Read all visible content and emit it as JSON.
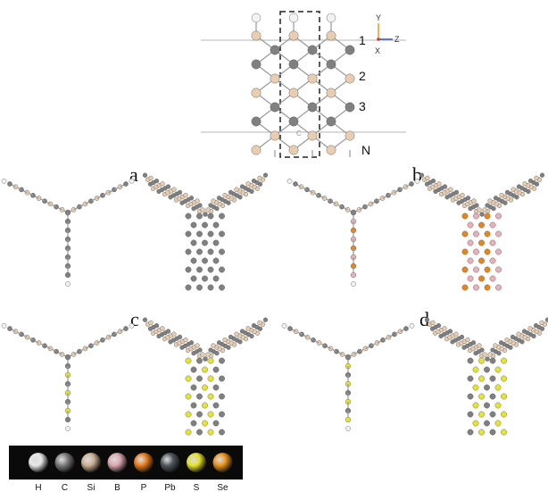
{
  "unit_cell": {
    "row_labels": [
      "1",
      "2",
      "3",
      "N"
    ],
    "axis_labels": {
      "y": "Y",
      "z": "Z",
      "x": "X"
    },
    "c_mark": "C"
  },
  "panels": [
    {
      "label": "a",
      "atom_colors": {
        "stem": [
          "C",
          "C"
        ]
      }
    },
    {
      "label": "b",
      "atom_colors": {
        "stem": [
          "P",
          "B"
        ]
      }
    },
    {
      "label": "c",
      "atom_colors": {
        "stem": [
          "S",
          "C"
        ]
      }
    },
    {
      "label": "d",
      "atom_colors": {
        "stem": [
          "C",
          "S"
        ]
      }
    }
  ],
  "legend": [
    {
      "symbol": "H",
      "color": "#e6e6e6"
    },
    {
      "symbol": "C",
      "color": "#7a7a7a"
    },
    {
      "symbol": "Si",
      "color": "#c9ad92"
    },
    {
      "symbol": "B",
      "color": "#d9a3ad"
    },
    {
      "symbol": "P",
      "color": "#e37a1a"
    },
    {
      "symbol": "Pb",
      "color": "#50555c"
    },
    {
      "symbol": "S",
      "color": "#e3e22c"
    },
    {
      "symbol": "Se",
      "color": "#e8901a"
    }
  ],
  "colors": {
    "H": "#f2f2f2",
    "C": "#808080",
    "Si": "#e8cdb0",
    "B": "#e8b0b8",
    "P": "#e8861c",
    "Pb": "#4a4e55",
    "S": "#e6e431",
    "Se": "#eb941c"
  }
}
